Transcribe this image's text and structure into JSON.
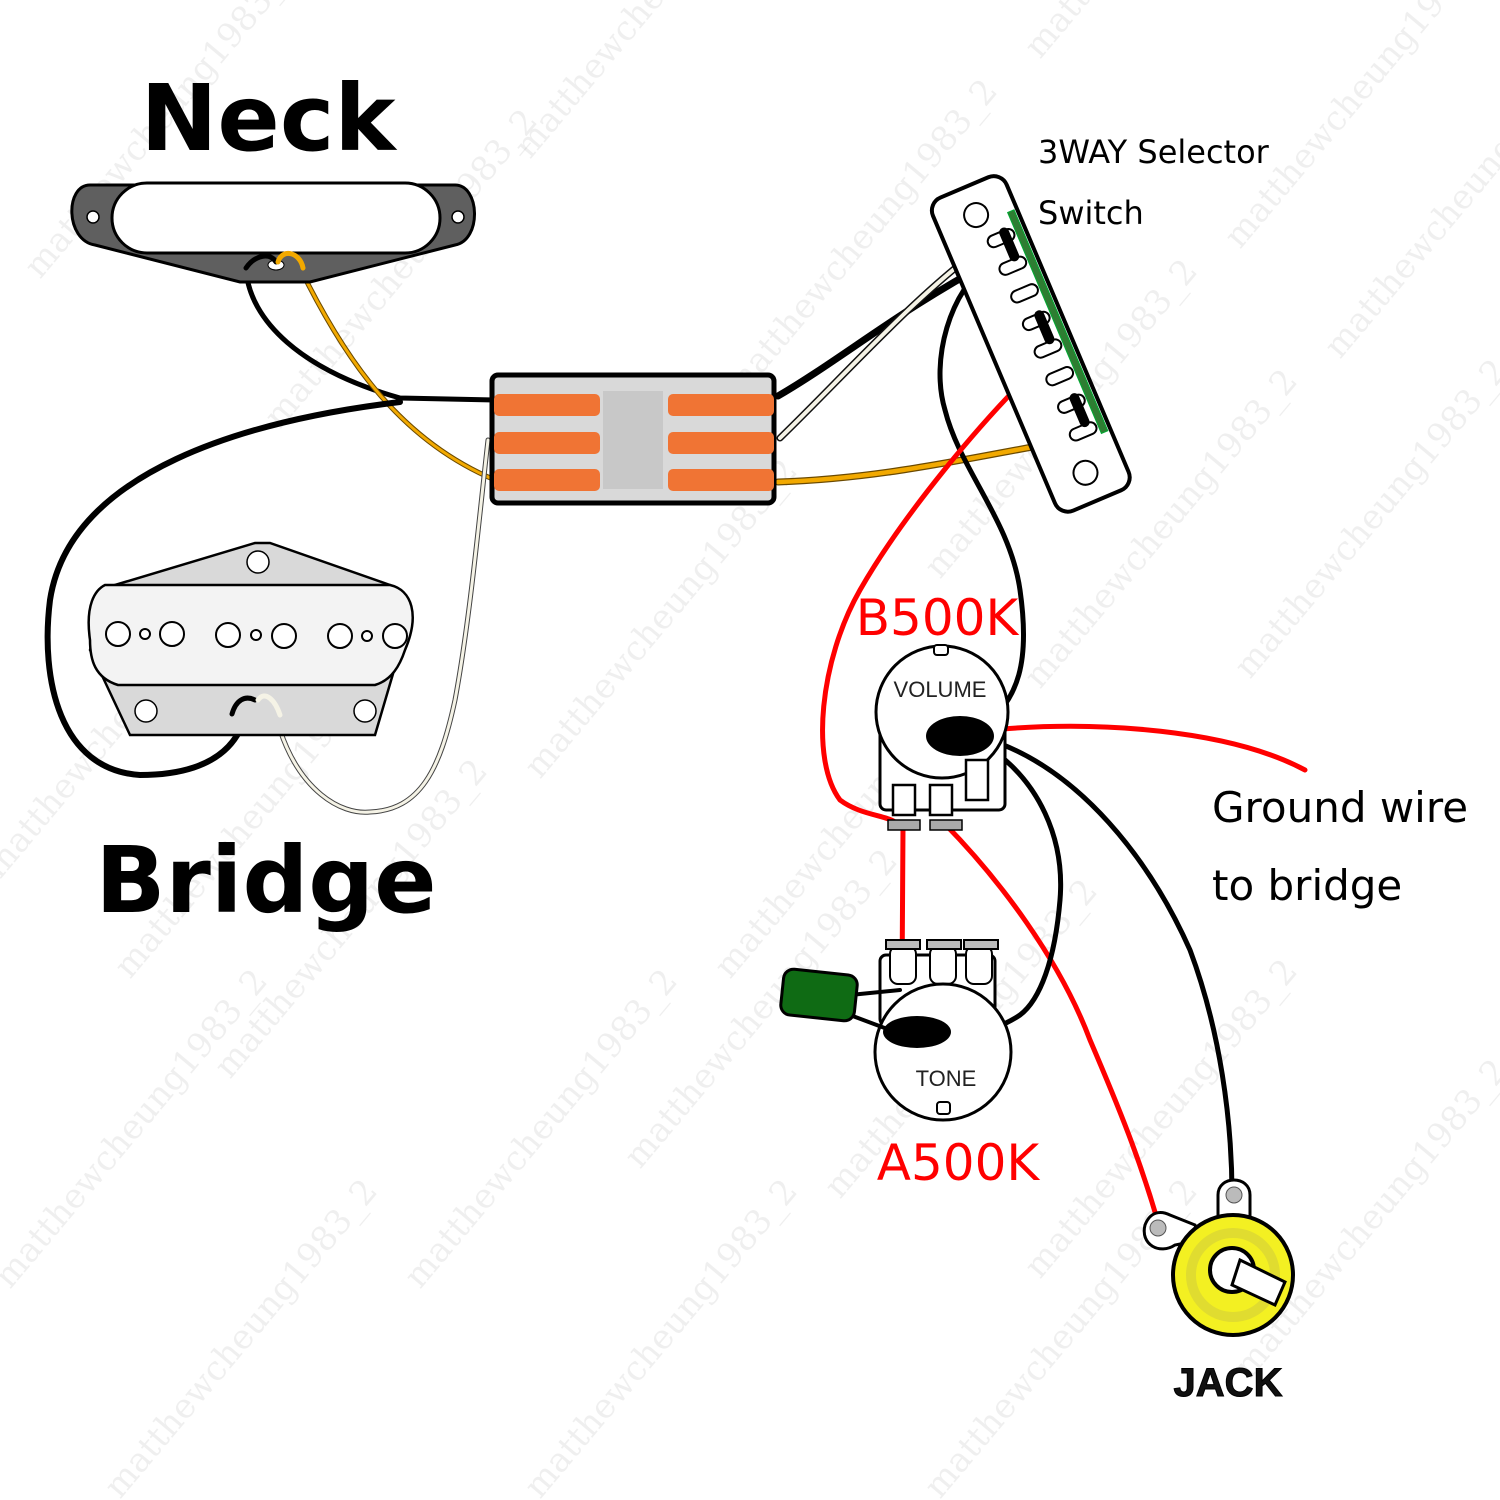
{
  "title": "Telecaster 3-way wiring diagram",
  "labels": {
    "neck": "Neck",
    "bridge": "Bridge",
    "selector_line1": "3WAY Selector",
    "selector_line2": "Switch",
    "volume_value": "B500K",
    "volume_pot": "VOLUME",
    "tone_value": "A500K",
    "tone_pot": "TONE",
    "ground_line1": "Ground wire",
    "ground_line2": "to bridge",
    "jack": "JACK"
  },
  "watermark": "matthewcheung1983_2",
  "components": [
    {
      "id": "neck-pickup",
      "name": "Neck single-coil pickup"
    },
    {
      "id": "bridge-pickup",
      "name": "Bridge pickup"
    },
    {
      "id": "lever-connector",
      "name": "3-row lever wire connector"
    },
    {
      "id": "selector-switch",
      "name": "3-way selector switch"
    },
    {
      "id": "volume-pot",
      "name": "Volume pot",
      "value": "B500K"
    },
    {
      "id": "tone-pot",
      "name": "Tone pot with capacitor",
      "value": "A500K"
    },
    {
      "id": "output-jack",
      "name": "Output jack"
    }
  ],
  "colors": {
    "hot_red": "#ff0000",
    "ground_black": "#000000",
    "neck_hot_yellow": "#f2a900",
    "bridge_hot_white": "#f5f3e6",
    "connector_orange": "#f07434",
    "connector_gray": "#d9d9d9",
    "switch_green": "#2e7d32",
    "capacitor_green": "#0f6b14",
    "jack_yellow": "#f3f022"
  }
}
